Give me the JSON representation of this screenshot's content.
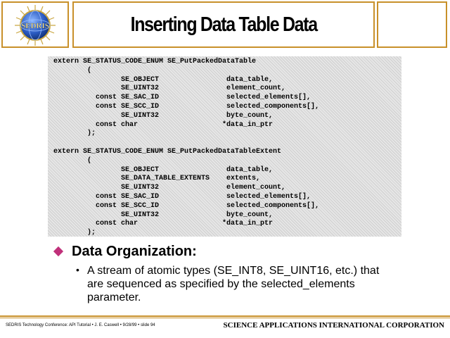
{
  "header": {
    "title": "Inserting Data Table Data",
    "logo_text": "SEDRIS"
  },
  "code_lines": [
    "extern SE_STATUS_CODE_ENUM SE_PutPackedDataTable",
    "        (",
    "                SE_OBJECT                data_table,",
    "                SE_UINT32                element_count,",
    "          const SE_SAC_ID                selected_elements[],",
    "          const SE_SCC_ID                selected_components[],",
    "                SE_UINT32                byte_count,",
    "          const char                    *data_in_ptr",
    "        );",
    "",
    "extern SE_STATUS_CODE_ENUM SE_PutPackedDataTableExtent",
    "        (",
    "                SE_OBJECT                data_table,",
    "                SE_DATA_TABLE_EXTENTS    extents,",
    "                SE_UINT32                element_count,",
    "          const SE_SAC_ID                selected_elements[],",
    "          const SE_SCC_ID                selected_components[],",
    "                SE_UINT32                byte_count,",
    "          const char                    *data_in_ptr",
    "        );"
  ],
  "bullets": {
    "main": "Data Organization:",
    "sub_marker": "•",
    "sub": "A stream of atomic types (SE_INT8, SE_UINT16, etc.) that are sequenced as specified by the selected_elements parameter."
  },
  "footer": {
    "left": "SEDRIS Technology Conference: API Tutorial • J. E. Caswell • 9/28/99 • slide 94",
    "right": "SCIENCE APPLICATIONS INTERNATIONAL CORPORATION"
  },
  "colors": {
    "frame": "#c8902a",
    "diamond": "#c0307a",
    "logo_blue": "#1a3f8c"
  }
}
